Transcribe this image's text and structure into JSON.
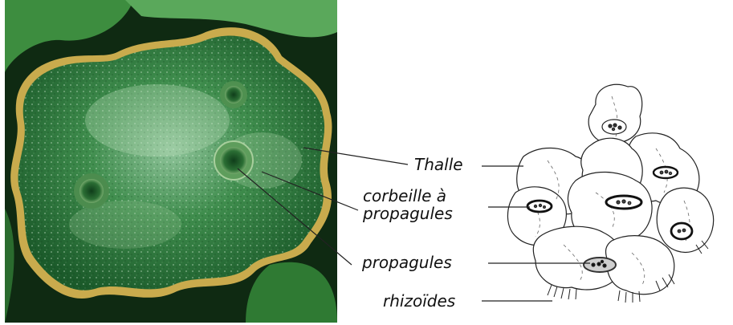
{
  "labels": {
    "thalle": "Thalle",
    "corbeille_line1": "corbeille à",
    "corbeille_line2": "propagules",
    "propagules": "propagules",
    "rhizoides": "rhizoïdes"
  },
  "colors": {
    "thallus_dark": "#14461f",
    "thallus_mid": "#2d7a36",
    "thallus_light": "#8cbf8a",
    "thallus_edge": "#c2a64a",
    "drawing_line": "#222222",
    "label_text": "#111111"
  }
}
